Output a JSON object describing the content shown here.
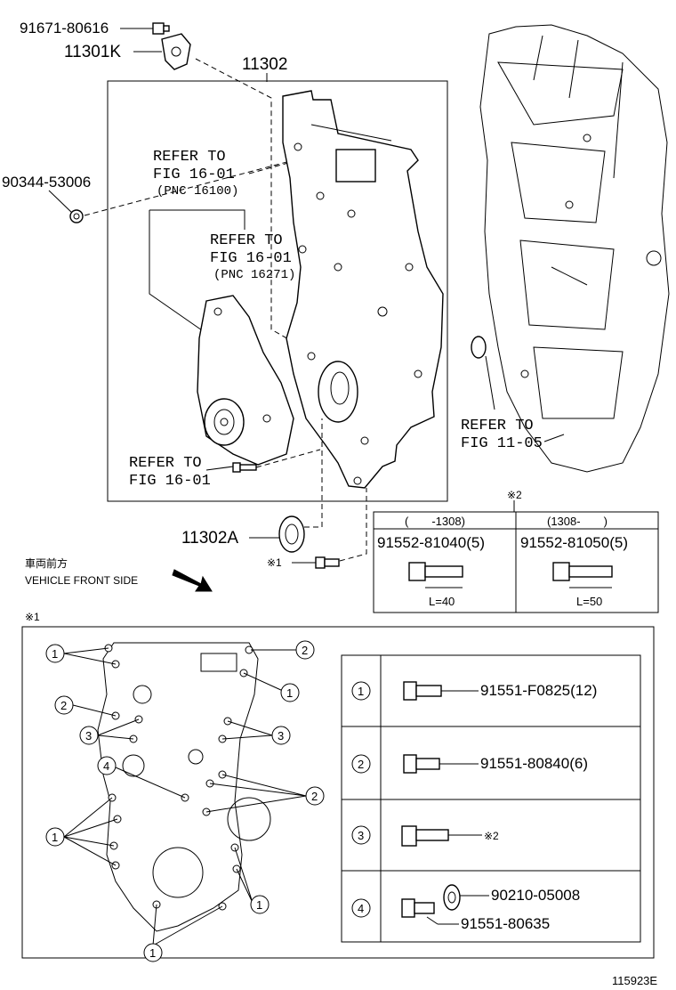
{
  "diagram_id": "115923E",
  "top_labels": {
    "bolt_top": "91671-80616",
    "sensor": "11301K",
    "cover": "11302",
    "nut": "90344-53006",
    "seal": "11302A"
  },
  "refer_notes": {
    "refer1_line1": "REFER TO",
    "refer1_line2": "FIG 16-01",
    "refer1_line3": "(PNC 16100)",
    "refer2_line1": "REFER TO",
    "refer2_line2": "FIG 16-01",
    "refer2_line3": "(PNC 16271)",
    "refer3_line1": "REFER TO",
    "refer3_line2": "FIG 16-01",
    "refer4_line1": "REFER TO",
    "refer4_line2": "FIG 11-05"
  },
  "marks": {
    "note1": "※1",
    "note2": "※2",
    "note1_inline": "※1"
  },
  "direction": {
    "jp": "車両前方",
    "en": "VEHICLE FRONT SIDE"
  },
  "bolt_table": {
    "col1_header": "(　　-1308)",
    "col2_header": "(1308-　　)",
    "col1_part": "91552-81040(5)",
    "col2_part": "91552-81050(5)",
    "col1_len": "L=40",
    "col2_len": "L=50"
  },
  "legend": {
    "rows": [
      {
        "num": "1",
        "part": "91551-F0825(12)",
        "extra": ""
      },
      {
        "num": "2",
        "part": "91551-80840(6)",
        "extra": ""
      },
      {
        "num": "3",
        "part": "※2",
        "extra": ""
      },
      {
        "num": "4",
        "part": "91551-80635",
        "extra": "90210-05008"
      }
    ]
  }
}
